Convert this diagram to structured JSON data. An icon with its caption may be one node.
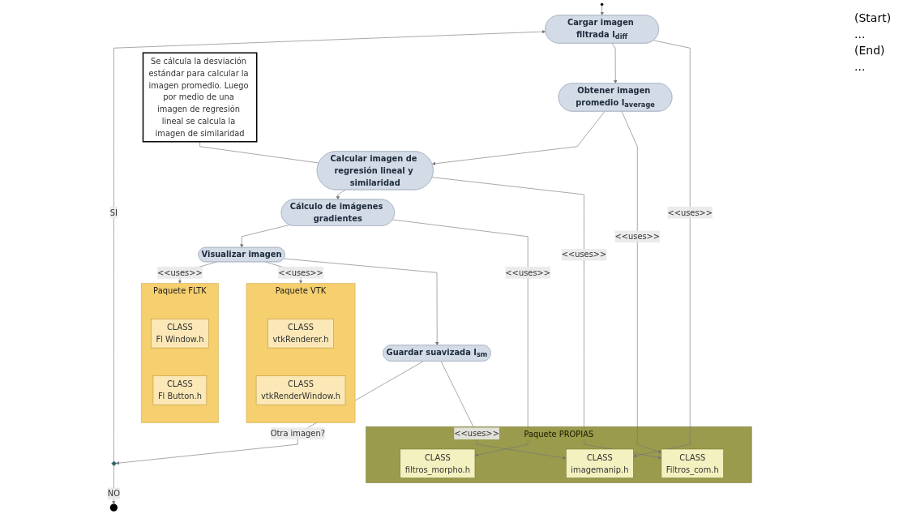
{
  "diagram": {
    "nodes": [
      {
        "text": [],
        "shape": "circle"
      },
      {
        "text": [
          "Cargar imagen filtrada I$_{diff}$"
        ]
      },
      {
        "text": [
          "Obtener imagen promedio I$_{average}$"
        ]
      },
      {
        "text": [
          "Paquete PROPIAS"
        ]
      },
      {
        "text": [
          "CLASS",
          "imagemanip.h"
        ],
        "in": 3
      },
      {
        "text": [
          "CLASS",
          "filtros_morpho.h"
        ],
        "in": 3
      },
      {
        "text": [
          "CLASS",
          "Filtros_com.h"
        ],
        "in": 3
      },
      {
        "text": [
          "Paquete VTK"
        ]
      },
      {
        "text": [
          "CLASS",
          "vtkRenderer.h"
        ],
        "in": 7
      },
      {
        "text": [
          "CLASS",
          "vtkRenderWindow.h"
        ],
        "in": 7
      },
      {
        "text": [
          "Calcular imagen de regresión lineal y similaridad"
        ]
      },
      {
        "text": [
          "Cálculo de imágenes gradientes"
        ]
      },
      {
        "text": [
          "Visualizar imagen"
        ]
      },
      {
        "text": [
          "Paquete FLTK"
        ]
      },
      {
        "text": [
          "CLASS",
          "Fl Window.h"
        ],
        "in": 13
      },
      {
        "text": [
          "CLASS",
          "Fl Button.h"
        ],
        "in": 13
      },
      {
        "text": [
          "Guardar suavizada I$_{sm}$"
        ]
      },
      {
        "text": [],
        "shape": "diamond"
      },
      {
        "text": [],
        "shape": "circle"
      },
      {
        "text": [
          "Se cálcula la desviación estándar para calcular la imagen promedio. Luego por medio de una imagen de regresión lineal se calcula la imagen de similaridad"
        ]
      }
    ],
    "edges": [
      {
        "from": 0,
        "to": 1,
        "arrow": "to"
      },
      {
        "from": 1,
        "to": 4,
        "arrow": "to",
        "label": "<<uses>>"
      },
      {
        "from": 1,
        "to": 2,
        "arrow": "to"
      },
      {
        "from": 2,
        "to": 6,
        "arrow": "to",
        "label": "<<uses>>"
      },
      {
        "from": 2,
        "to": 10,
        "arrow": "to"
      },
      {
        "from": 10,
        "to": 6,
        "arrow": "to",
        "label": "<<uses>>"
      },
      {
        "from": 10,
        "to": 11,
        "arrow": "to"
      },
      {
        "from": 11,
        "to": 5,
        "arrow": "to",
        "label": "<<uses>>"
      },
      {
        "from": 11,
        "to": 12,
        "arrow": "to"
      },
      {
        "from": 12,
        "to": 7,
        "arrow": "to",
        "label": "<<uses>>"
      },
      {
        "from": 12,
        "to": 13,
        "arrow": "to",
        "label": "<<uses>>"
      },
      {
        "from": 12,
        "to": 16,
        "arrow": "to"
      },
      {
        "from": 16,
        "to": 4,
        "arrow": "to",
        "label": "<<uses>>"
      },
      {
        "from": 16,
        "to": 17,
        "arrow": "to",
        "label": "Otra imagen?"
      },
      {
        "from": 17,
        "to": 1,
        "arrow": "to",
        "label": "SI"
      },
      {
        "from": 17,
        "to": 18,
        "arrow": "to",
        "label": "NO"
      },
      {
        "from": 19,
        "to": 10,
        "arrow": "none"
      }
    ],
    "labels": [
      "(Start)",
      "...",
      "(End)",
      "..."
    ]
  }
}
